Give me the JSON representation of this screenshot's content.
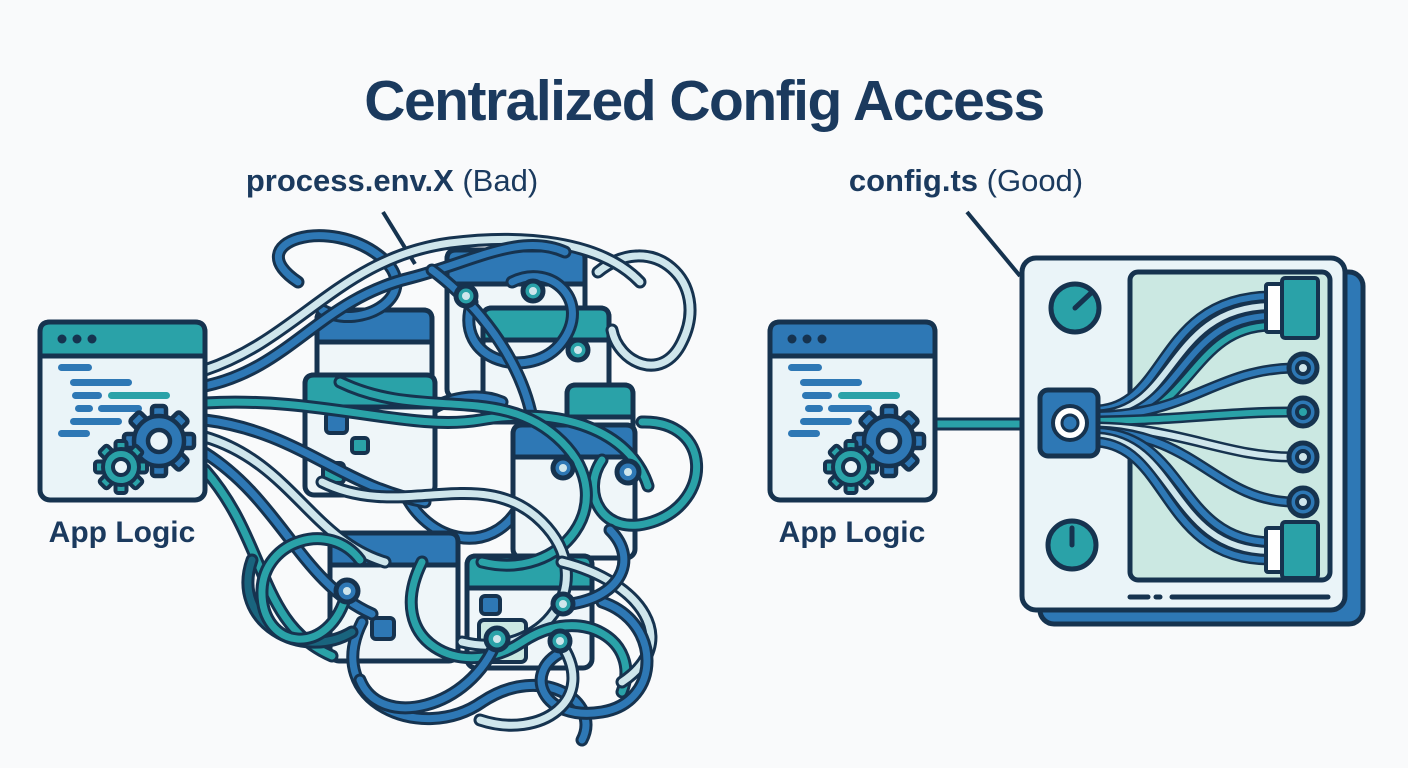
{
  "title": "Centralized Config Access",
  "bad_side": {
    "caption_bold": "process.env.X",
    "caption_suffix": " (Bad)",
    "window_label": "App Logic",
    "depiction": "app window wired by many tangled cables into a pile of overlapping config windows"
  },
  "good_side": {
    "caption_bold": "config.ts",
    "caption_suffix": " (Good)",
    "window_label": "App Logic",
    "depiction": "app window connected by a single cable to one centralized config box that fans out neatly to ports and plugs"
  },
  "good_box": {
    "knob_count": 2,
    "round_port_count": 4,
    "plug_count": 2
  },
  "colors": {
    "background": "#F9FAFB",
    "ink_outline": "#16334F",
    "heading_text": "#1B3A5E",
    "blue": "#2E78B5",
    "teal": "#2AA2A8",
    "light_wire": "#CFE6EC",
    "deep_teal": "#19647E",
    "window_body": "#EAF4F8",
    "panel_mint": "#CBE8E2"
  }
}
